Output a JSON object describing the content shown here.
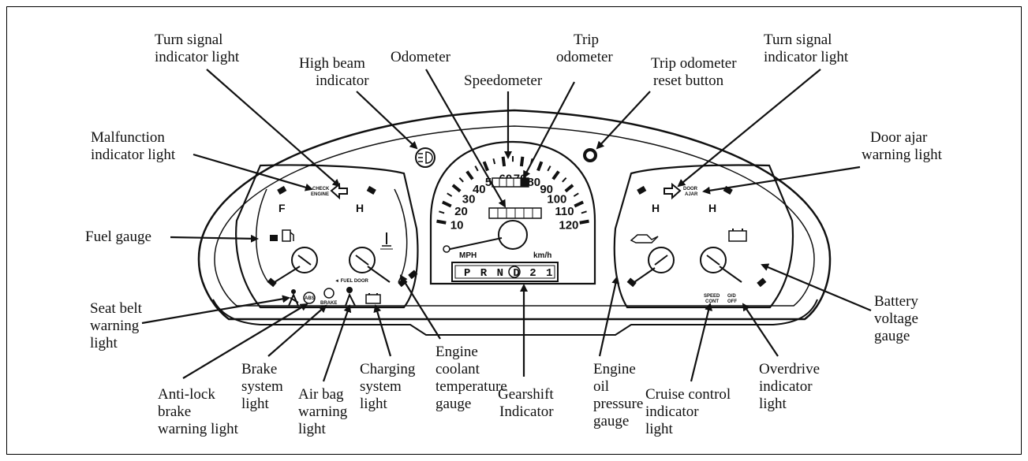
{
  "labels": {
    "turn_signal_left": [
      "Turn signal",
      "indicator light"
    ],
    "high_beam": [
      "High beam",
      "indicator"
    ],
    "odometer": [
      "Odometer"
    ],
    "trip_odometer": [
      "Trip",
      "odometer"
    ],
    "speedometer": [
      "Speedometer"
    ],
    "trip_reset": [
      "Trip odometer",
      "reset button"
    ],
    "turn_signal_right": [
      "Turn signal",
      "indicator light"
    ],
    "malfunction": [
      "Malfunction",
      "indicator light"
    ],
    "door_ajar": [
      "Door ajar",
      "warning light"
    ],
    "fuel_gauge": [
      "Fuel gauge"
    ],
    "seat_belt": [
      "Seat belt",
      "warning",
      "light"
    ],
    "battery": [
      "Battery",
      "voltage",
      "gauge"
    ],
    "anti_lock": [
      "Anti-lock",
      "brake",
      "warning light"
    ],
    "brake_system": [
      "Brake",
      "system",
      "light"
    ],
    "air_bag": [
      "Air bag",
      "warning",
      "light"
    ],
    "charging": [
      "Charging",
      "system",
      "light"
    ],
    "coolant": [
      "Engine",
      "coolant",
      "temperature",
      "gauge"
    ],
    "gearshift": [
      "Gearshift",
      "Indicator"
    ],
    "oil_pressure": [
      "Engine",
      "oil",
      "pressure",
      "gauge"
    ],
    "cruise": [
      "Cruise control",
      "indicator",
      "light"
    ],
    "overdrive": [
      "Overdrive",
      "indicator",
      "light"
    ]
  },
  "dial": {
    "speed_numbers": [
      "10",
      "20",
      "30",
      "40",
      "50",
      "60",
      "70",
      "80",
      "90",
      "100",
      "110",
      "120"
    ],
    "mph_unit": "MPH",
    "kmh_unit": "km/h",
    "gear_text": "P R N D 2 1",
    "fuel_f": "F",
    "temp_h": "H",
    "oil_h": "H",
    "batt_h": "H",
    "check_engine": [
      "CHECK",
      "ENGINE"
    ],
    "door_ajar_tag": [
      "DOOR",
      "AJAR"
    ],
    "fuel_door": "◄ FUEL DOOR",
    "brake_tag": "BRAKE",
    "abs_tag": "ABS",
    "speed_cont": [
      "SPEED",
      "CONT"
    ],
    "od_off": [
      "O/D",
      "OFF"
    ]
  },
  "icons": [
    "turn-left-arrow-icon",
    "turn-right-arrow-icon",
    "high-beam-icon",
    "fuel-pump-icon",
    "coolant-thermometer-icon",
    "oil-can-icon",
    "battery-icon",
    "seatbelt-icon",
    "airbag-icon",
    "reset-button-icon"
  ]
}
